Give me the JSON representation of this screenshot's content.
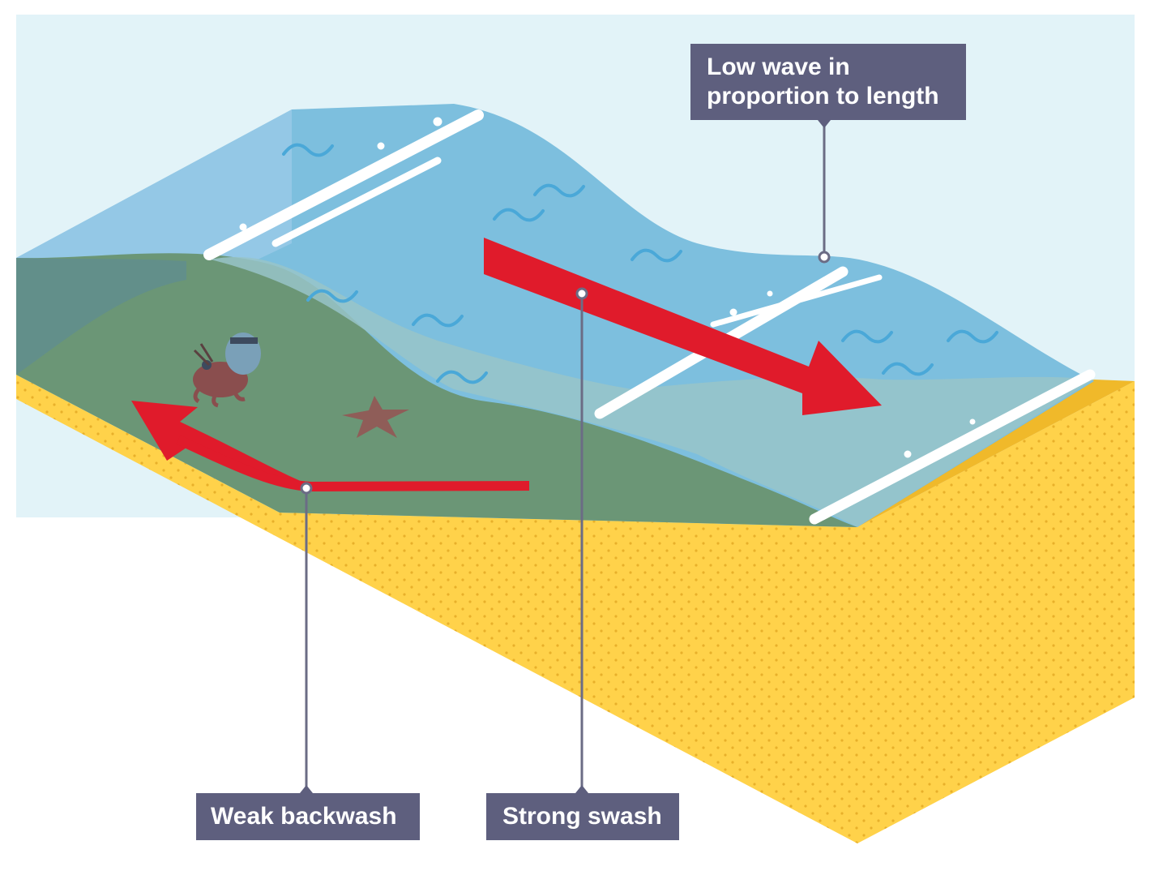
{
  "labels": {
    "low_wave_line1": "Low wave in",
    "low_wave_line2": "proportion to length",
    "weak_backwash": "Weak backwash",
    "strong_swash": "Strong swash"
  },
  "colors": {
    "sky": "#e2f3f8",
    "water": "#7dbfde",
    "water_light": "#9ccbe8",
    "water_shallow": "#98c4c9",
    "seabed": "#6b9676",
    "sand": "#ffd24a",
    "sand_side": "#f4bf2c",
    "arrow": "#e01b2b",
    "label_bg": "#5e5f7e",
    "label_text": "#ffffff",
    "leader_line": "#6b6c85"
  },
  "icons": {
    "crab": "hermit-crab-icon",
    "starfish": "starfish-icon"
  }
}
